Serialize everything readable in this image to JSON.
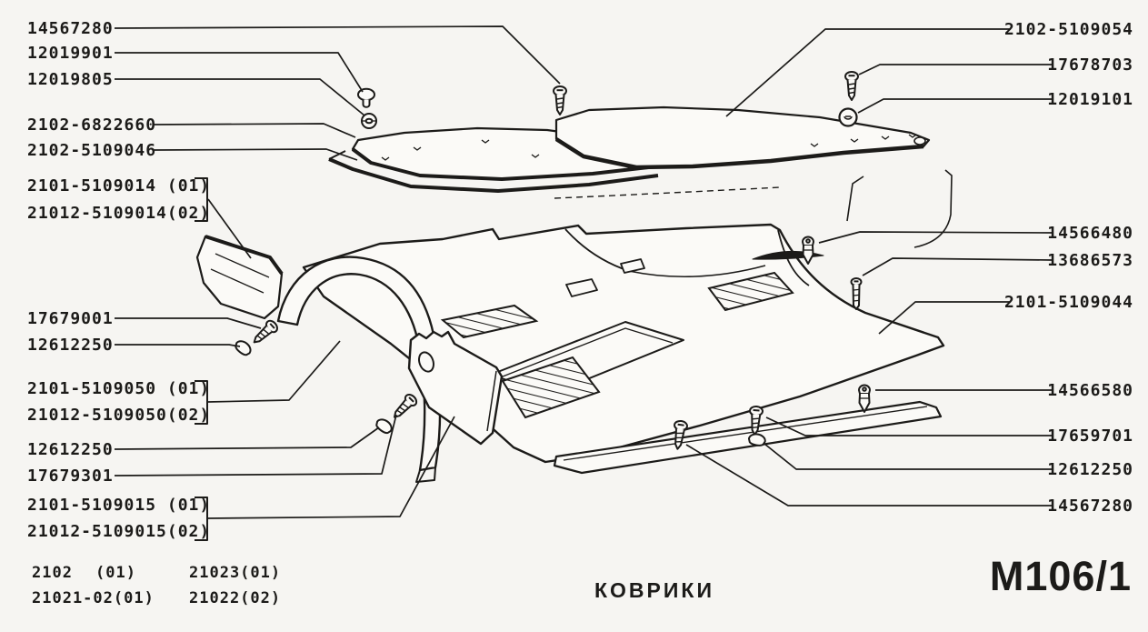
{
  "page": {
    "background": "#f6f5f2",
    "ink": "#1c1b19",
    "title": "КОВРИКИ",
    "plate_number": "М106/1"
  },
  "labels": {
    "left": [
      {
        "text": "14567280"
      },
      {
        "text": "12019901"
      },
      {
        "text": "12019805"
      },
      {
        "text": "2102-6822660"
      },
      {
        "text": "2102-5109046"
      },
      {
        "text": "2101-5109014 (01)"
      },
      {
        "text": "21012-5109014(02)"
      },
      {
        "text": "17679001"
      },
      {
        "text": "12612250"
      },
      {
        "text": "2101-5109050 (01)"
      },
      {
        "text": "21012-5109050(02)"
      },
      {
        "text": "12612250"
      },
      {
        "text": "17679301"
      },
      {
        "text": "2101-5109015 (01)"
      },
      {
        "text": "21012-5109015(02)"
      }
    ],
    "right": [
      {
        "text": "2102-5109054"
      },
      {
        "text": "17678703"
      },
      {
        "text": "12019101"
      },
      {
        "text": "14566480"
      },
      {
        "text": "13686573"
      },
      {
        "text": "2101-5109044"
      },
      {
        "text": "14566580"
      },
      {
        "text": "17659701"
      },
      {
        "text": "12612250"
      },
      {
        "text": "14567280"
      }
    ]
  },
  "models": {
    "r1c1": "2102",
    "r1c2": "(01)",
    "r1c3": "21023(01)",
    "r2c1": "21021-02(01)",
    "r2c2": "21022(02)"
  },
  "icons": {
    "screw": "slot-head tapping screw",
    "screw-long": "long thin screw",
    "pin": "push pin fastener",
    "mushroom": "mushroom button",
    "grommet": "grommet ring",
    "ring": "retaining washer",
    "dome": "dome plug"
  }
}
